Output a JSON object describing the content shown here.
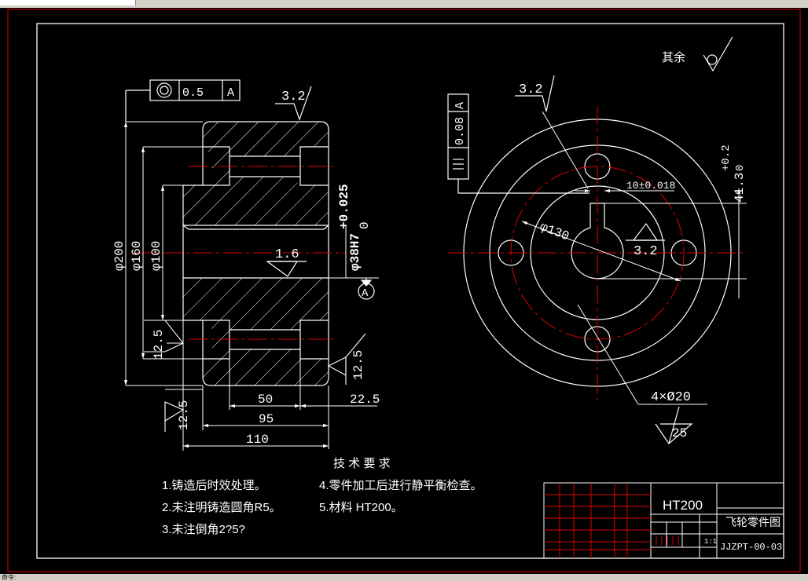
{
  "drawing": {
    "remaining_roughness_label": "其余",
    "section_view": {
      "runout_tolerance": "0.5",
      "runout_datum": "A",
      "roughness_top": "3.2",
      "roughness_bore": "1.6",
      "dia_200": "φ200",
      "dia_160": "φ160",
      "dia_100": "φ100",
      "bore_fit": "φ38H7",
      "bore_tol_upper": "+0.025",
      "bore_tol_lower": "0",
      "datum_label": "A",
      "roughness_12_5_left": "12.5",
      "roughness_12_5_right": "12.5",
      "roughness_12_5_bottom": "12.5",
      "dim_50": "50",
      "dim_22_5": "22.5",
      "dim_95": "95",
      "dim_110": "110"
    },
    "front_view": {
      "roughness_top": "3.2",
      "roughness_keyway": "3.2",
      "roughness_holes": "25",
      "flatness_tol": "0.08",
      "flatness_datum": "A",
      "keyway_width": "10±0.018",
      "keyway_depth_upper": "+0.2",
      "keyway_depth": "41.3",
      "keyway_depth_lower": "0",
      "pitch_circle": "φ130",
      "holes": "4×Ø20"
    },
    "tech_requirements": {
      "title": "技 术 要 求",
      "items": [
        "1.铸造后时效处理。",
        "2.未注明铸造圆角R5。",
        "3.未注倒角2?5?",
        "4.零件加工后进行静平衡检查。",
        "5.材料 HT200。"
      ]
    },
    "title_block": {
      "material": "HT200",
      "part_name": "飞轮零件图",
      "drawing_no": "JJZPT-00-03",
      "scale": "1:1"
    }
  },
  "status_bar": {
    "text": "命令:"
  }
}
